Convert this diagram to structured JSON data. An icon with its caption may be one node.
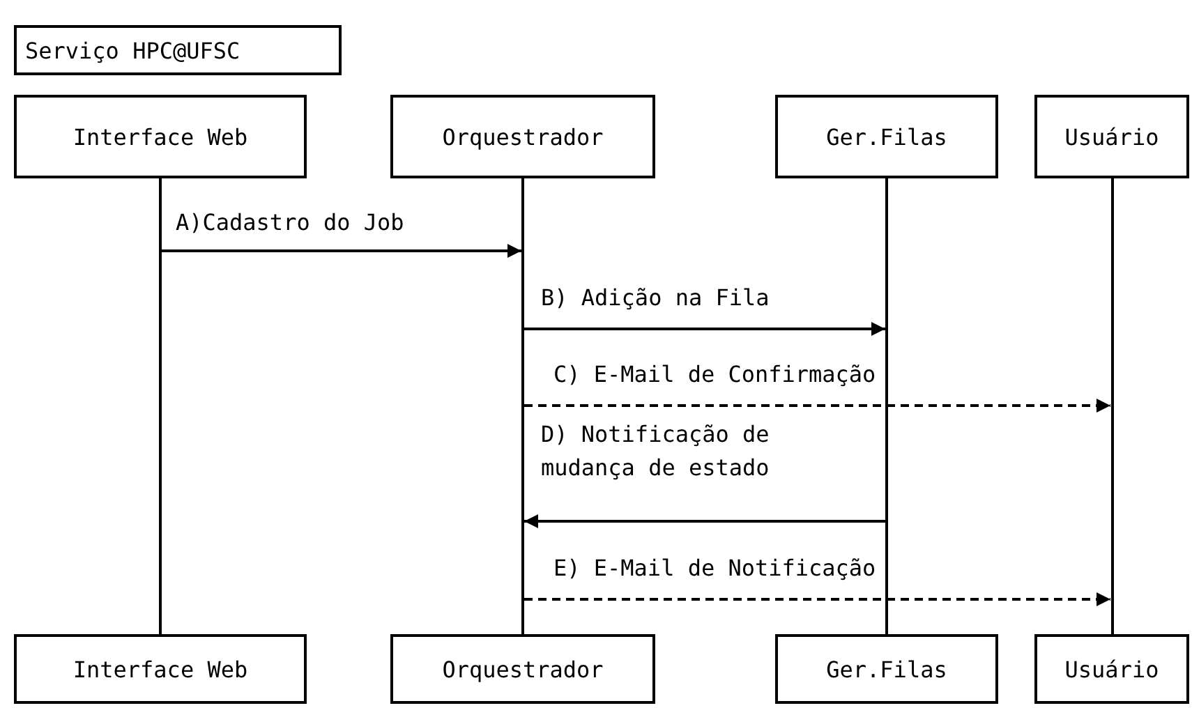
{
  "diagram": {
    "title": "Serviço HPC@UFSC",
    "nodes": [
      {
        "text": [
          "Interface Web"
        ]
      },
      {
        "text": [
          "Orquestrador"
        ]
      },
      {
        "text": [
          "Ger.Filas"
        ]
      },
      {
        "text": [
          "Usuário"
        ]
      },
      {
        "text": [
          "Interface Web"
        ]
      },
      {
        "text": [
          "Orquestrador"
        ]
      },
      {
        "text": [
          "Ger.Filas"
        ]
      },
      {
        "text": [
          "Usuário"
        ]
      },
      {
        "text": [],
        "shape": "bar"
      },
      {
        "text": [],
        "shape": "bar"
      },
      {
        "text": [],
        "shape": "bar"
      },
      {
        "text": [],
        "shape": "bar"
      }
    ],
    "edges": [
      {
        "from": 8,
        "to": 9,
        "arrow": "to",
        "label": "A)Cadastro do Job"
      },
      {
        "from": 9,
        "to": 10,
        "arrow": "to",
        "label": "B) Adição na Fila"
      },
      {
        "from": 9,
        "to": 11,
        "arrow": "to",
        "label": "C) E-Mail de Confirmação",
        "style": "dashed"
      },
      {
        "from": 10,
        "to": 9,
        "arrow": "to",
        "label": "D) Notificação de mudança de estado"
      },
      {
        "from": 9,
        "to": 11,
        "arrow": "to",
        "label": "E) E-Mail de Notificação",
        "style": "dashed"
      }
    ]
  }
}
